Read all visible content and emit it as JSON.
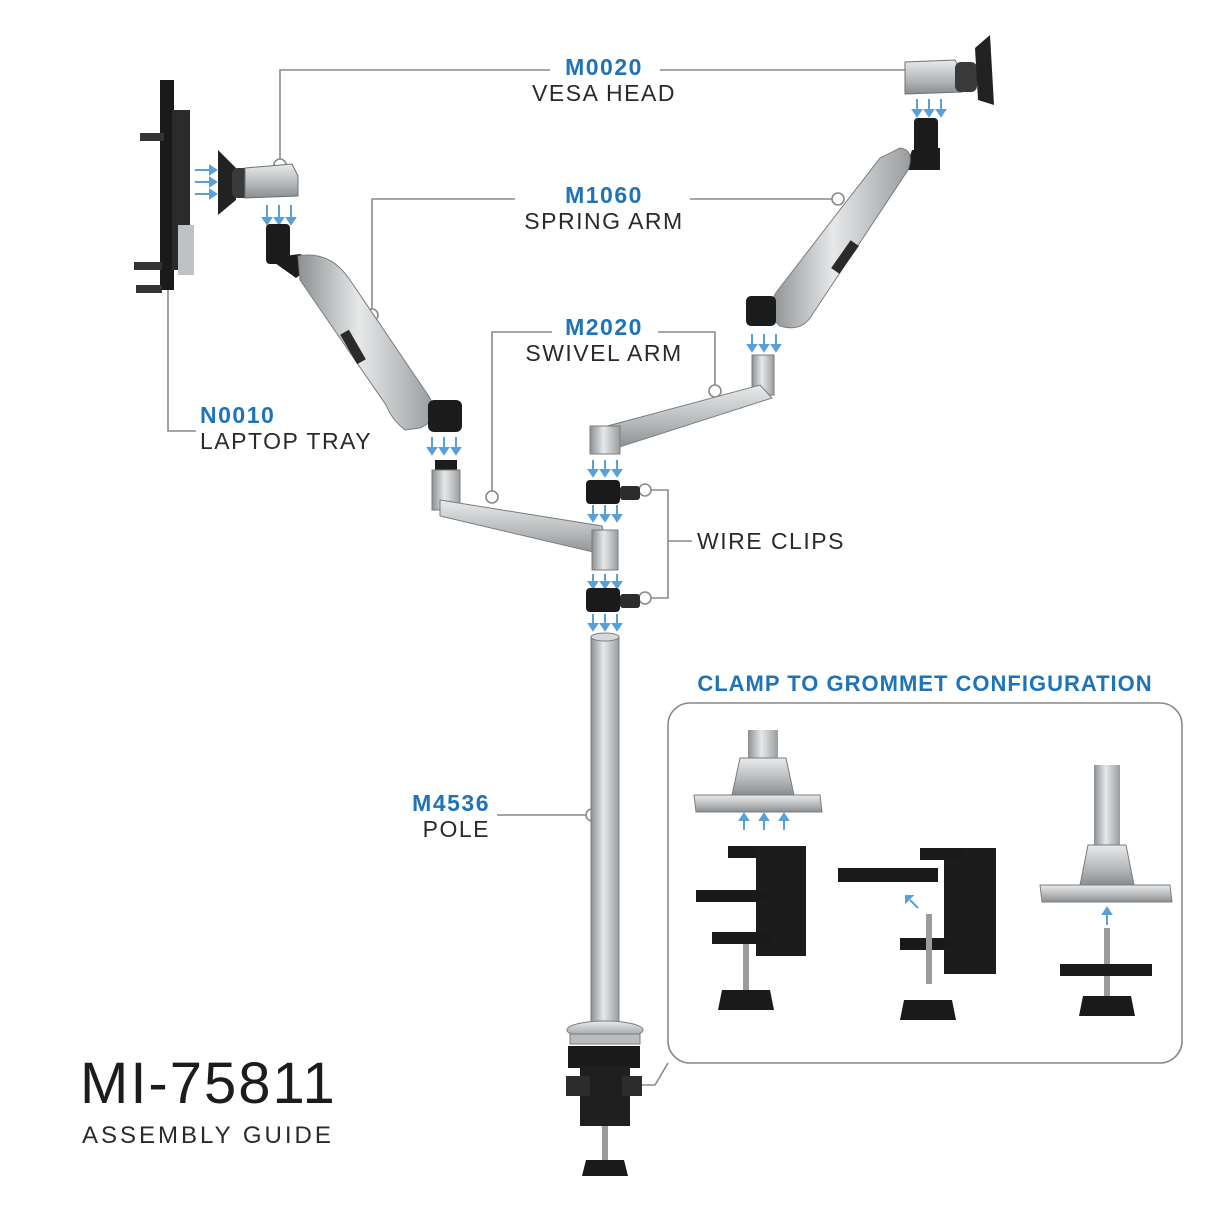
{
  "parts": {
    "vesa_head": {
      "code": "M0020",
      "name": "VESA HEAD"
    },
    "spring_arm": {
      "code": "M1060",
      "name": "SPRING ARM"
    },
    "swivel_arm": {
      "code": "M2020",
      "name": "SWIVEL ARM"
    },
    "laptop_tray": {
      "code": "N0010",
      "name": "LAPTOP TRAY"
    },
    "wire_clips": {
      "name": "WIRE CLIPS"
    },
    "pole": {
      "code": "M4536",
      "name": "POLE"
    }
  },
  "grommet": {
    "title": "CLAMP TO GROMMET CONFIGURATION"
  },
  "product": {
    "model": "MI-75811",
    "subtitle": "ASSEMBLY GUIDE"
  },
  "colors": {
    "accent": "#1f73b7",
    "text": "#2a2a2a",
    "leader": "#8a8a8a",
    "arrow": "#5aa0d8",
    "aluminum": "#c8cacc",
    "black_part": "#1a1a1a"
  }
}
